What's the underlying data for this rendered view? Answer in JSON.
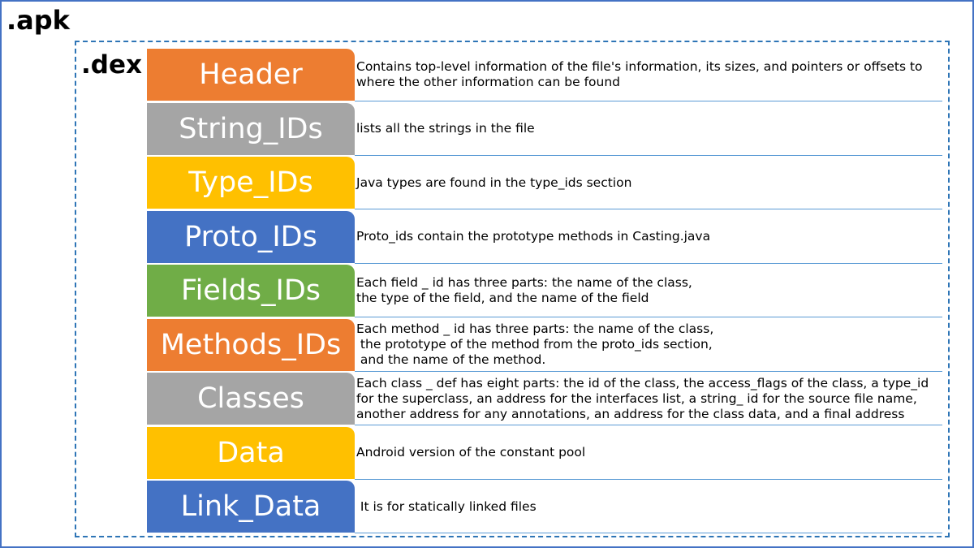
{
  "labels": {
    "apk": ".apk",
    "dex": ".dex"
  },
  "colors": {
    "orange": "#ed7d31",
    "gray": "#a5a5a5",
    "yellow": "#ffc000",
    "blue": "#4472c4",
    "green": "#70ad47",
    "border": "#2e75b6"
  },
  "sections": [
    {
      "name": "Header",
      "color": "orange",
      "description": [
        "Contains top-level information of the file's information, its sizes, and pointers or offsets to",
        "where the other information can be found"
      ]
    },
    {
      "name": "String_IDs",
      "color": "gray",
      "description": [
        "lists all the strings in the file"
      ]
    },
    {
      "name": "Type_IDs",
      "color": "yellow",
      "description": [
        "Java types are found in the type_ids section"
      ]
    },
    {
      "name": "Proto_IDs",
      "color": "blue",
      "description": [
        "Proto_ids contain the prototype methods in Casting.java"
      ]
    },
    {
      "name": "Fields_IDs",
      "color": "green",
      "description": [
        "Each field _ id has three parts: the name of the class,",
        "the type of the field, and the name of the field"
      ]
    },
    {
      "name": "Methods_IDs",
      "color": "orange",
      "description": [
        "Each method _ id has three parts: the name of the class,",
        " the prototype of the method from the proto_ids section,",
        " and the name of the method."
      ]
    },
    {
      "name": "Classes",
      "color": "gray",
      "description": [
        "Each class _ def has eight parts: the id of the class, the access_flags of the class, a type_id",
        "for the superclass, an address for the interfaces list, a string_ id for the source file name,",
        "another address for any annotations, an address for the class data, and a final address"
      ]
    },
    {
      "name": "Data",
      "color": "yellow",
      "description": [
        "Android version of the constant pool"
      ]
    },
    {
      "name": "Link_Data",
      "color": "blue",
      "description": [
        " It is for statically linked files"
      ]
    }
  ]
}
